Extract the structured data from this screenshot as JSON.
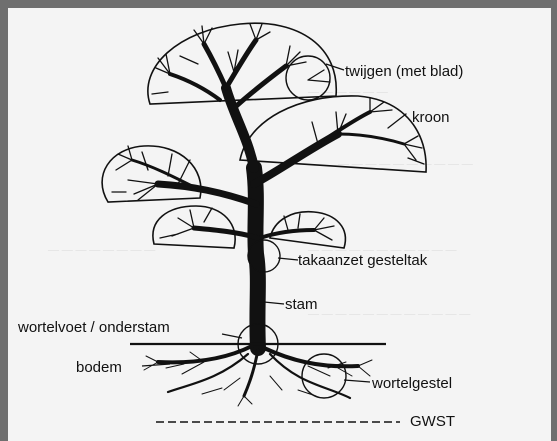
{
  "labels": {
    "twigs": "twijgen (met blad)",
    "crown": "kroon",
    "branch_junction": "takaanzet gesteltak",
    "trunk": "stam",
    "root_collar": "wortelvoet / onderstam",
    "soil": "bodem",
    "root_system": "wortelgestel",
    "groundwater": "GWST"
  },
  "colors": {
    "frame": "#6f6f6f",
    "paper": "#f4f4f4",
    "ink": "#111111"
  }
}
